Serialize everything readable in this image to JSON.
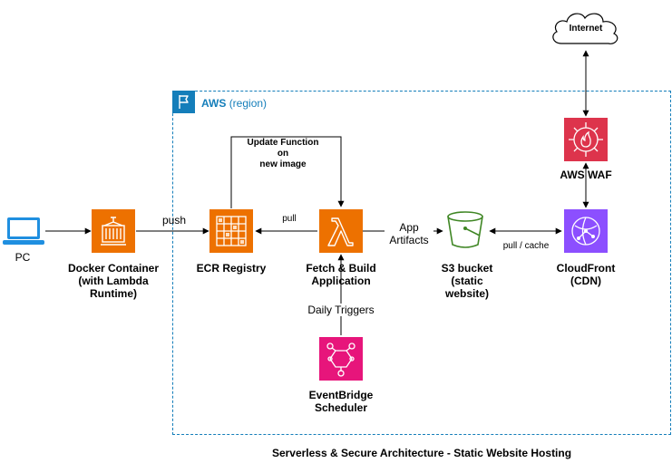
{
  "region": {
    "name": "AWS",
    "suffix": "(region)",
    "border_color": "#147eba"
  },
  "nodes": {
    "pc": {
      "label": "PC",
      "icon": "laptop-icon",
      "color": "#1f8fe0"
    },
    "docker": {
      "label_lines": [
        "Docker Container",
        "(with Lambda",
        "Runtime)"
      ],
      "icon": "container-icon",
      "color": "#ed7100"
    },
    "ecr": {
      "label": "ECR Registry",
      "icon": "registry-icon",
      "color": "#ed7100"
    },
    "lambda": {
      "label_lines": [
        "Fetch & Build",
        "Application"
      ],
      "icon": "lambda-icon",
      "color": "#ed7100"
    },
    "s3": {
      "label_lines": [
        "S3 bucket",
        "(static",
        "website)"
      ],
      "icon": "bucket-icon",
      "color": "#3f8624"
    },
    "cloudfront": {
      "label_lines": [
        "CloudFront",
        "(CDN)"
      ],
      "icon": "cloudfront-icon",
      "color": "#8c4fff"
    },
    "waf": {
      "label": "AWS WAF",
      "icon": "waf-icon",
      "color": "#dd344c"
    },
    "internet": {
      "label": "Internet",
      "icon": "cloud-icon"
    },
    "eventbridge": {
      "label_lines": [
        "EventBridge",
        "Scheduler"
      ],
      "icon": "eventbridge-icon",
      "color": "#e7157b"
    }
  },
  "edges": {
    "push": "push",
    "pull": "pull",
    "update_lines": [
      "Update Function",
      "on",
      "new image"
    ],
    "artifacts_lines": [
      "App",
      "Artifacts"
    ],
    "pull_cache": "pull / cache",
    "daily": "Daily Triggers"
  },
  "caption": "Serverless & Secure Architecture - Static Website Hosting"
}
